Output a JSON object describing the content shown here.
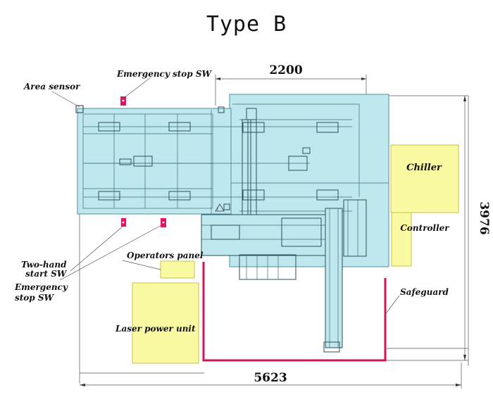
{
  "title": "Type B",
  "dimensions": {
    "top_width": "2200",
    "bottom_width": "5623",
    "right_height": "3976"
  },
  "labels": {
    "area_sensor": "Area sensor",
    "emergency_stop_top": "Emergency stop SW",
    "two_hand_line1": "Two-hand",
    "two_hand_line2": "start SW",
    "emergency_stop_bottom_line1": "Emergency",
    "emergency_stop_bottom_line2": "stop SW",
    "operators_panel": "Operators panel",
    "laser_power_unit": "Laser power unit",
    "chiller": "Chiller",
    "controller": "Controller",
    "safeguard": "Safeguard"
  },
  "colors": {
    "cell_fill": "#bfe7ee",
    "cell_stroke": "#4f8fa1",
    "unit_fill": "#fafaa3",
    "unit_stroke": "#c9c04a",
    "safeguard": "#d2145a",
    "switch_fill": "#e21468"
  }
}
